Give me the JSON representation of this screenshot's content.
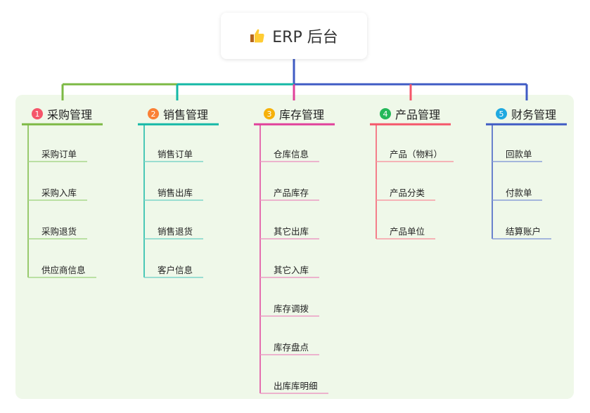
{
  "root": {
    "icon": "thumbs-up-icon",
    "title": "ERP 后台"
  },
  "branches": [
    {
      "number": "1",
      "label": "采购管理",
      "badge_color": "#f5566a",
      "line_color": "#7cb944",
      "leaf_color": "#a9d78c",
      "items": [
        "采购订单",
        "采购入库",
        "采购退货",
        "供应商信息"
      ]
    },
    {
      "number": "2",
      "label": "销售管理",
      "badge_color": "#fa8035",
      "line_color": "#14b8a6",
      "leaf_color": "#7fd6c9",
      "items": [
        "销售订单",
        "销售出库",
        "销售退货",
        "客户信息"
      ]
    },
    {
      "number": "3",
      "label": "库存管理",
      "badge_color": "#f6b10a",
      "line_color": "#e0409a",
      "leaf_color": "#ec9cc4",
      "items": [
        "仓库信息",
        "产品库存",
        "其它出库",
        "其它入库",
        "库存调拨",
        "库存盘点",
        "出库库明细"
      ]
    },
    {
      "number": "4",
      "label": "产品管理",
      "badge_color": "#24b859",
      "line_color": "#f5566a",
      "leaf_color": "#f79ca6",
      "items": [
        "产品（物料）",
        "产品分类",
        "产品单位"
      ]
    },
    {
      "number": "5",
      "label": "财务管理",
      "badge_color": "#1fa9e0",
      "line_color": "#3f5bc4",
      "leaf_color": "#8ca0d8",
      "items": [
        "回款单",
        "付款单",
        "结算账户"
      ]
    }
  ]
}
